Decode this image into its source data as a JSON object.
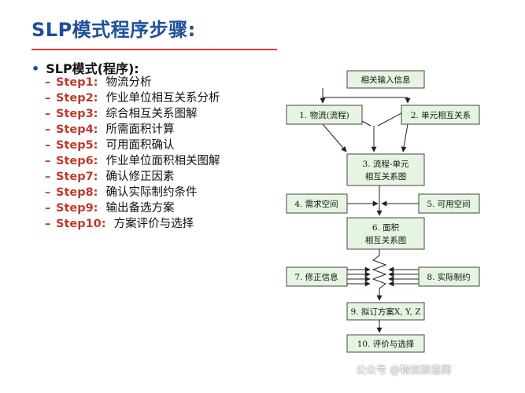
{
  "slide": {
    "title": "SLP模式程序步骤:",
    "main_bullet": "SLP模式(程序):",
    "steps": [
      {
        "label": "Step1:",
        "text": "物流分析"
      },
      {
        "label": "Step2:",
        "text": "作业单位相互关系分析"
      },
      {
        "label": "Step3:",
        "text": "综合相互关系图解"
      },
      {
        "label": "Step4:",
        "text": "所需面积计算"
      },
      {
        "label": "Step5:",
        "text": "可用面积确认"
      },
      {
        "label": "Step6:",
        "text": "作业单位面积相关图解"
      },
      {
        "label": "Step7:",
        "text": "确认修正因素"
      },
      {
        "label": "Step8:",
        "text": "确认实际制约条件"
      },
      {
        "label": "Step9:",
        "text": "输出备选方案"
      },
      {
        "label": "Step10:",
        "text": "方案评价与选择"
      }
    ]
  },
  "flowchart": {
    "box_fill": "#e6f5e1",
    "box_stroke": "#444444",
    "nodes": {
      "input": "相关输入信息",
      "flow": "1. 物流(流程)",
      "relation": "2. 单元相互关系",
      "combined_1": "3. 流程-单元",
      "combined_2": "相互关系图",
      "space_need": "4. 需求空间",
      "space_avail": "5. 可用空间",
      "area_1": "6. 面积",
      "area_2": "相互关系图",
      "modify": "7. 修正信息",
      "constraint": "8. 实际制约",
      "plans": "9. 拟订方案X, Y, Z",
      "evaluate": "10. 评价与选择"
    }
  },
  "watermark": "公众号 @物流狼道阁"
}
